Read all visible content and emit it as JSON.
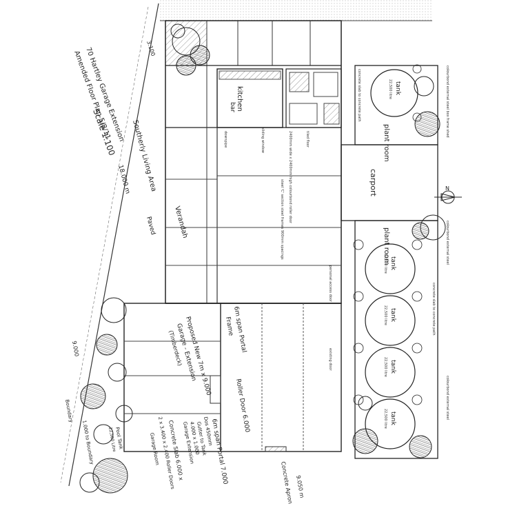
{
  "handwritten": {
    "title_line1": "70 Hartley Garage Extension",
    "title_line2": "Amended Floor Plan 5/8/11",
    "scale": "Scale 1:100",
    "verandah": "Verandah",
    "southerly_living": "Southerly Living Area",
    "paved": "Paved",
    "proposed_new_1": "Proposed New 7m x 9.000",
    "proposed_new_2": "Garage - Extension",
    "proposed_new_3": "(Timberdeck)",
    "portal_1": "6m span Portal",
    "portal_2": "Frame",
    "roller_door": "Roller Door 6.000",
    "portal_3": "6m span Portal 7.000",
    "gutter_1": "Dos 450mm",
    "gutter_2": "Gutter to Tank",
    "gutter_3": "4.000 x 1.000",
    "gutter_4": "Garage Extension",
    "concrete_slab": "Concrete Slab 6.000 x",
    "roller_doors": "2 x 3.400 x 2.400 Roller Doors",
    "garage_room": "Garage Room",
    "pool_tank_1": "Pool Tank",
    "pool_tank_2": "22,500 Litre",
    "dim_18": "18.000 m",
    "dim_9a": "9.000",
    "dim_9b": "9.050 m",
    "boundary_1": "Boundary",
    "boundary_2": "1.000 to Boundary",
    "concrete_apron": "Concrete Apron",
    "dim_3": "3.100"
  },
  "rooms": {
    "kitchen": "kitchen",
    "bar": "bar",
    "plant_room_top": "plant room",
    "carport": "carport",
    "plant_room_mid": "plant room"
  },
  "tanks": [
    {
      "label": "tank",
      "capacity": "22,500 litre"
    },
    {
      "label": "tank",
      "capacity": "22,500 litre"
    },
    {
      "label": "tank",
      "capacity": "22,500 litre"
    },
    {
      "label": "tank",
      "capacity": "22,500 litre"
    },
    {
      "label": "tank",
      "capacity": "22,500 litre"
    }
  ],
  "notes": {
    "downpipe": "downpipe",
    "carport_note": "2400mm wide x 2400mm high colourbond roller door",
    "steel_frame": "steel 'C' section steel frames 900mm spacings",
    "colourbond_1": "colourbond external steel box frame shed",
    "colourbond_2": "colourbond external steel",
    "colourbond_3": "colourbond external steel",
    "concrete_slab_1": "concrete slab to concrete path",
    "concrete_slab_2": "concrete slab to concrete path",
    "existing_door": "existing door",
    "personal_access": "personal access door",
    "window_1": "sliding window",
    "tile_note": "tiled floor"
  },
  "north_symbol": "N"
}
